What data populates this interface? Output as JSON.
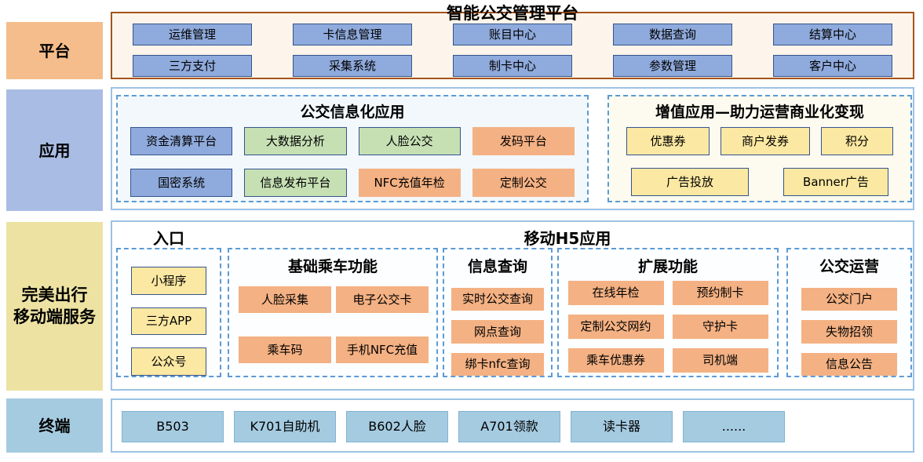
{
  "title": "智能公交管理平台",
  "platform": {
    "label": "平台",
    "buttons": [
      "运维管理",
      "卡信息管理",
      "账目中心",
      "数据查询",
      "结算中心",
      "三方支付",
      "采集系统",
      "制卡中心",
      "参数管理",
      "客户中心"
    ]
  },
  "application": {
    "label": "应用",
    "info_group": {
      "title": "公交信息化应用",
      "items": [
        "资金清算平台",
        "大数据分析",
        "人脸公交",
        "发码平台",
        "国密系统",
        "信息发布平台",
        "NFC充值年检",
        "定制公交"
      ],
      "item_colors": [
        "blue",
        "green",
        "green",
        "orange",
        "blue",
        "green",
        "orange",
        "orange"
      ]
    },
    "value_group": {
      "title": "增值应用—助力运营商业化变现",
      "row1": [
        "优惠券",
        "商户发券",
        "积分"
      ],
      "row2": [
        "广告投放",
        "Banner广告"
      ]
    }
  },
  "mobile": {
    "label_line1": "完美出行",
    "label_line2": "移动端服务",
    "entry_title": "入口",
    "h5_title": "移动H5应用",
    "entry_items": [
      "小程序",
      "三方APP",
      "公众号"
    ],
    "sections": [
      {
        "title": "基础乘车功能",
        "items": [
          "人脸采集",
          "电子公交卡",
          "乘车码",
          "手机NFC充值"
        ]
      },
      {
        "title": "信息查询",
        "items": [
          "实时公交查询",
          "网点查询",
          "绑卡nfc查询"
        ]
      },
      {
        "title": "扩展功能",
        "items": [
          "在线年检",
          "预约制卡",
          "定制公交网约",
          "守护卡",
          "乘车优惠券",
          "司机端"
        ]
      },
      {
        "title": "公交运营",
        "items": [
          "公交门户",
          "失物招领",
          "信息公告"
        ]
      }
    ]
  },
  "terminal": {
    "label": "终端",
    "items": [
      "B503",
      "K701自助机",
      "B602人脸",
      "A701领款",
      "读卡器",
      "......"
    ]
  },
  "colors": {
    "platform_label_bg": "#F5BD8B",
    "platform_box_bg": "#FDF5EB",
    "platform_box_border": "#A5531A",
    "blue_item": "#8FAADC",
    "green_item": "#C6E0B4",
    "orange_item": "#F4B183",
    "yellow_item": "#FBE8A2",
    "dark_item_border": "#35558E",
    "app_label_bg": "#A9BDE4",
    "mobile_label_bg": "#EDE2A2",
    "terminal_label_bg": "#A5CBE1",
    "outer_border": "#9CC2E5",
    "dashed_border": "#5B9BD5"
  }
}
